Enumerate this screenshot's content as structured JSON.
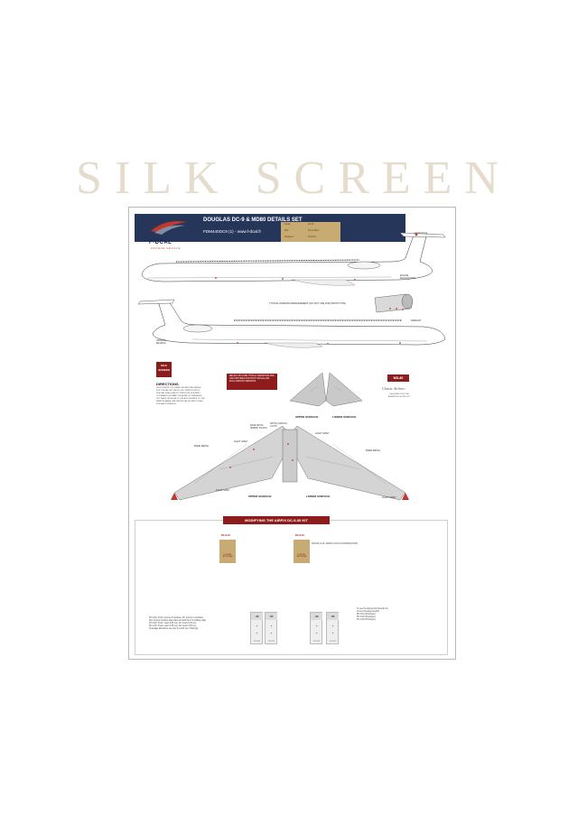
{
  "banner": {
    "text": "SILK SCREEN"
  },
  "header": {
    "brand": "F-DCAL",
    "brand_sub": "FRANCE DECALS",
    "title": "DOUGLAS DC-9 & MD80 DETAILS SET",
    "subtitle": "FDM440DC9 (1) - www.f-dcal.fr",
    "gold_rows": [
      {
        "k": "Scale",
        "v": "1/144"
      },
      {
        "k": "Ref.",
        "v": "DC-9 DET"
      },
      {
        "k": "Designer",
        "v": "F-DCAL"
      }
    ]
  },
  "labels": {
    "typical_window": "TYPICAL WINDOW ARRANGEMENT (DO NOT USE FOR PROTOTYPE)",
    "freight": "FREIGHT",
    "upper_surface": "UPPER SURFACE",
    "lower_surface": "LOWER SURFACE",
    "light_grey": "LIGHT GREY",
    "bare_metal": "BARE METAL",
    "engine_note": "ENGINE BACKGROUND",
    "tail_note": "VERSION BEARING",
    "wing_callout_1": "BARE METAL (BSB/BT 25/40/5)",
    "wing_callout_2": "WHITE (SPECIAL LIGHT)"
  },
  "directions": {
    "logo": "SILK SCREEN",
    "title": "DIRECTIONS",
    "text": "SOLID WHITE COLOURED DECALS REQUIRE A SOFT DECAL SETTING FLUID. PRINTED WITH SPECIAL HIGH-OPACITY WHITE INK FOR BEST COVERAGE ON DARK OR METALLIC SURFACES. CUT EACH DECAL AS CLOSE AS POSSIBLE TO THE PRINTED AREA. SEE INDIVIDUAL INSTRUCTIONS FOR EACH VERSION."
  },
  "note_box": {
    "text": "DECALS INCLUDE TYPICAL VARIATIONS AND USE PROVIDED FOR BOTH SINGLE AND DUAL WINDOW VERSIONS"
  },
  "md80": {
    "badge": "MD-80",
    "signature": "Classic Airliner",
    "desc": "DESIGNED FOR THE AIRBRIDGE MODEL KIT"
  },
  "modify": {
    "title": "MODIFYING THE AIRFIX DC-9-30 KIT",
    "card_a": {
      "head": "DC-9-10",
      "sub": "DORSAL ANTENNA"
    },
    "card_b": {
      "head": "DC-9-10",
      "sub": "DORSAL ANTENNA"
    },
    "note_top": "FOR DC-9-10 / AIRFIX 1/144 KIT MODIFICATION",
    "notes_left": [
      "DC-9-10: Front: remove 3 windows, Aft: remove 2 windows",
      "Also remove leading edge slats and add them to leading edge",
      "DC-9-20: Front: insert 6.05 mm, Aft: insert 5.05 mm",
      "DC-9-40: Front: insert 3.05 mm, Aft: insert 3.05 mm",
      "(Fuselage alterations are only for each set of fairings)"
    ],
    "notes_right": [
      "Or use the fairing from Revell's kit",
      "Correct fuselage lengths:",
      "DC-9-10 (Prototype)",
      "DC-9-20 (Prototype)",
      "DC-9-40 (Prototype)"
    ],
    "tags": [
      {
        "top": "-41",
        "bot": "DC-9-41"
      },
      {
        "top": "-51",
        "bot": "DC-9-51"
      },
      {
        "top": "-41",
        "bot": "DC-9-41"
      },
      {
        "top": "-51",
        "bot": "DC-9-51"
      }
    ]
  },
  "colors": {
    "navy": "#26365a",
    "gold": "#c8ab72",
    "maroon": "#8e1c1c",
    "banner": "#e5dccd"
  }
}
